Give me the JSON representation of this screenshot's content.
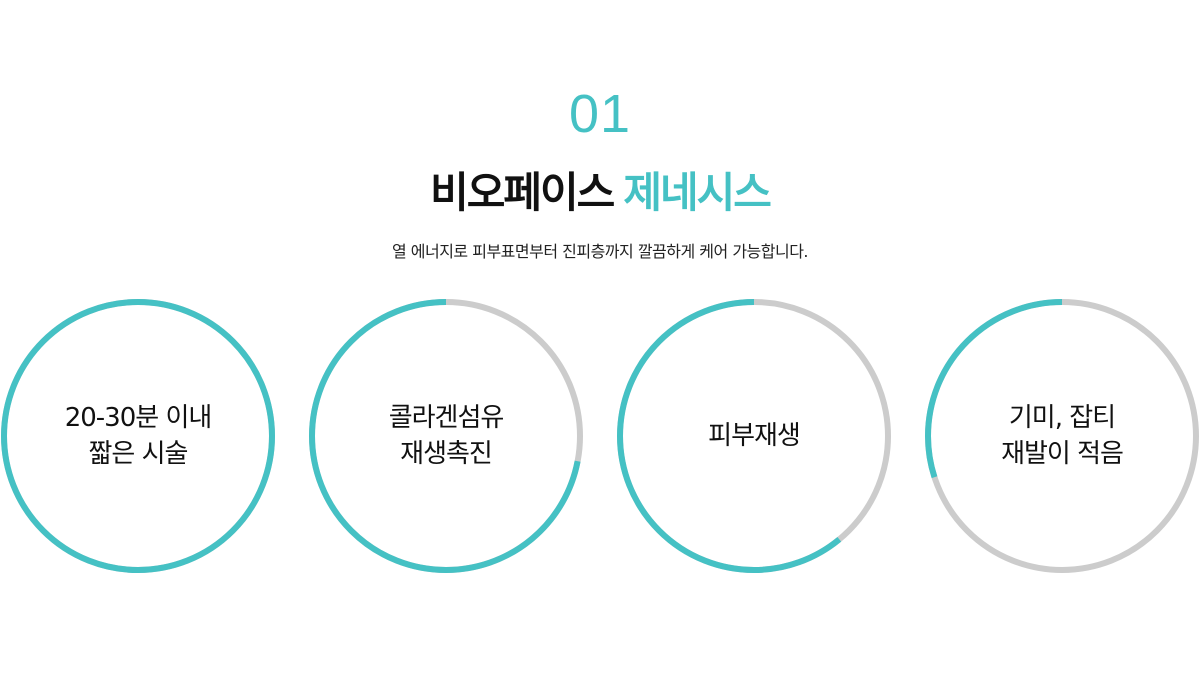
{
  "colors": {
    "accent": "#45C1C4",
    "track": "#CCCCCC",
    "text": "#111111"
  },
  "header": {
    "number": "01",
    "title_main": "비오페이스",
    "title_accent": "제네시스",
    "subtitle": "열 에너지로 피부표면부터 진피층까지 깔끔하게 케어 가능합니다."
  },
  "circles": [
    {
      "line1": "20-30분 이내",
      "line2": "짧은 시술",
      "progress": 1.0
    },
    {
      "line1": "콜라겐섬유",
      "line2": "재생촉진",
      "progress": 0.72
    },
    {
      "line1": "피부재생",
      "line2": "",
      "progress": 0.61
    },
    {
      "line1": "기미, 잡티",
      "line2": "재발이 적음",
      "progress": 0.3
    }
  ]
}
